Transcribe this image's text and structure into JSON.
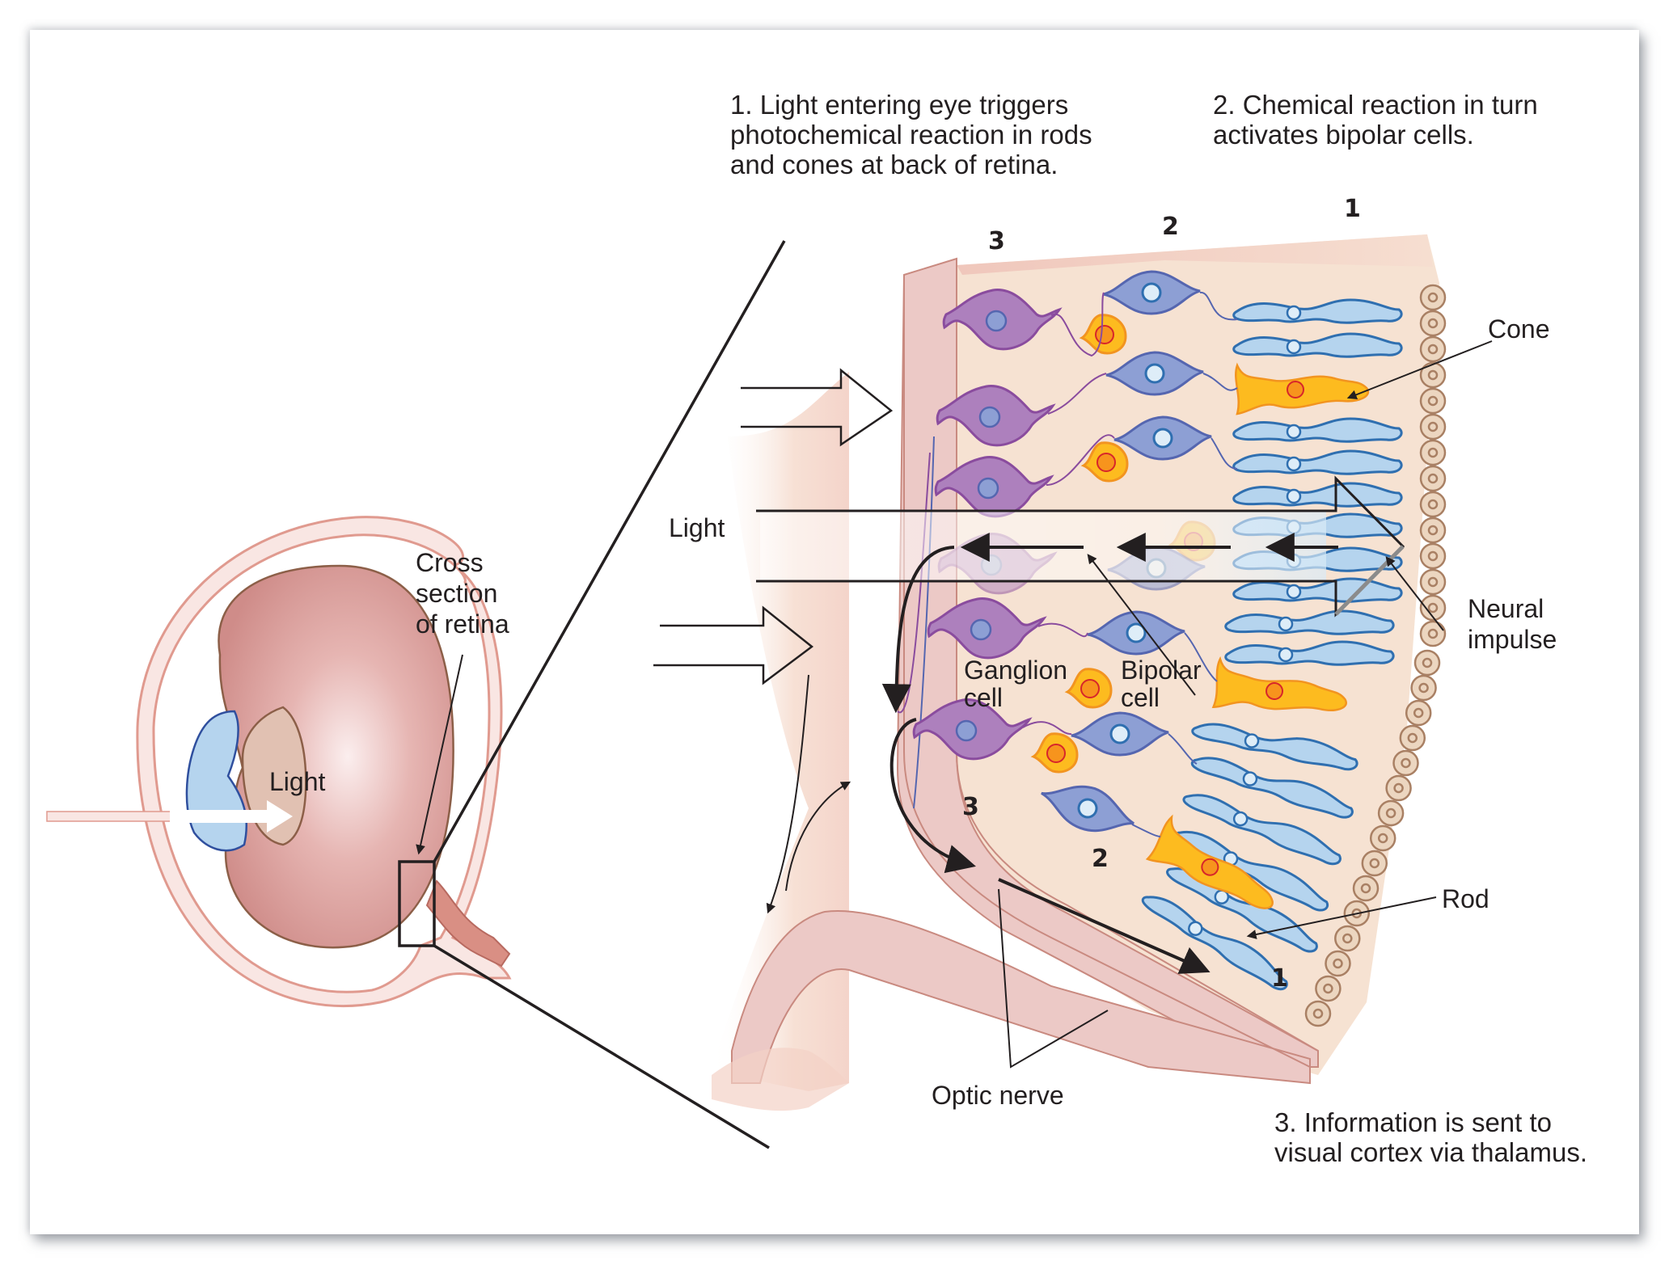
{
  "figure": {
    "title": "Retina signal pathway: light to photoreceptors, bipolar cells, ganglion cells and optic nerve",
    "steps": [
      {
        "id": "1",
        "lines": [
          "1. Light entering eye triggers",
          "photochemical reaction in rods",
          "and cones at back of retina."
        ]
      },
      {
        "id": "2",
        "lines": [
          "2. Chemical reaction in turn",
          "activates bipolar cells."
        ]
      },
      {
        "id": "3",
        "lines": [
          "3. Information is sent to",
          "visual cortex via thalamus."
        ]
      }
    ],
    "layer_numbers": {
      "top": [
        "3",
        "2",
        "1"
      ],
      "bottom": [
        "3",
        "2",
        "1"
      ]
    },
    "labels": {
      "eye_light": "Light",
      "cross_section": [
        "Cross",
        "section",
        "of retina"
      ],
      "retina_light": "Light",
      "cone": "Cone",
      "neural_impulse": [
        "Neural",
        "impulse"
      ],
      "ganglion_cell": [
        "Ganglion",
        "cell"
      ],
      "bipolar_cell": [
        "Bipolar",
        "cell"
      ],
      "rod": "Rod",
      "optic_nerve": "Optic nerve"
    },
    "colors": {
      "rod_fill": "#b5d4ee",
      "rod_stroke": "#2f6fb0",
      "cone_fill": "#fdbb1f",
      "cone_stroke": "#f29420",
      "cone_nucleus": "#f7941d",
      "bipolar_fill": "#8d9fd4",
      "bipolar_stroke": "#5566b0",
      "ganglion_fill": "#ad80bd",
      "ganglion_stroke": "#8a4c9e",
      "pigment_cell_fill": "#ecd6c0",
      "pigment_cell_stroke": "#a98064",
      "retina_bg": "#f6e2d2",
      "nerve_fill": "#ecc9c6",
      "eye_lens": "#e1c1b2",
      "eye_cornea": "#b5d4ee",
      "vitreous": "#d89a98"
    }
  }
}
